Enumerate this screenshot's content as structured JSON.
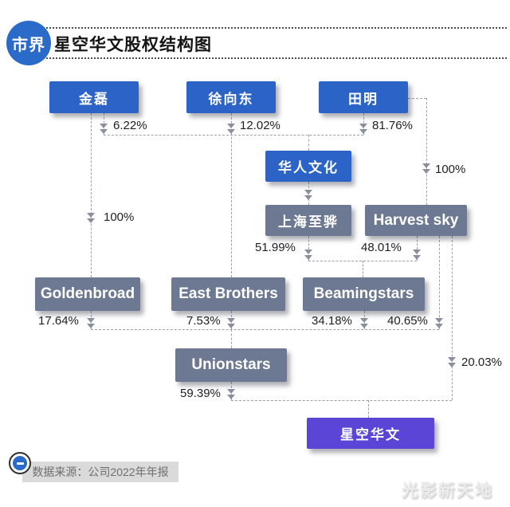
{
  "header": {
    "logo": "市界",
    "title": "星空华文股权结构图"
  },
  "nodes": {
    "jin_lei": {
      "label": "金磊",
      "type": "shareholder"
    },
    "xu_xiang_dong": {
      "label": "徐向东",
      "type": "shareholder"
    },
    "tian_ming": {
      "label": "田明",
      "type": "shareholder"
    },
    "huaren_wenhua": {
      "label": "华人文化",
      "type": "shareholder"
    },
    "shanghai_zhihua": {
      "label": "上海至骅",
      "type": "entity"
    },
    "harvest_sky": {
      "label": "Harvest sky",
      "type": "entity"
    },
    "goldenbroad": {
      "label": "Goldenbroad",
      "type": "entity"
    },
    "east_brothers": {
      "label": "East Brothers",
      "type": "entity"
    },
    "beamingstars": {
      "label": "Beamingstars",
      "type": "entity"
    },
    "unionstars": {
      "label": "Unionstars",
      "type": "entity"
    },
    "xingkong_huawen": {
      "label": "星空华文",
      "type": "target"
    }
  },
  "edges": [
    {
      "from": "金磊",
      "to": "华人文化",
      "pct": "6.22%"
    },
    {
      "from": "徐向东",
      "to": "华人文化",
      "pct": "12.02%"
    },
    {
      "from": "田明",
      "to": "华人文化",
      "pct": "81.76%"
    },
    {
      "from": "金磊",
      "to": "Goldenbroad",
      "pct": "100%"
    },
    {
      "from": "田明",
      "to": "Harvest sky",
      "pct": "100%"
    },
    {
      "from": "华人文化",
      "to": "上海至骅",
      "pct": ""
    },
    {
      "from": "上海至骅",
      "to": "Beamingstars",
      "pct": "51.99%"
    },
    {
      "from": "Harvest sky",
      "to": "Beamingstars",
      "pct": "48.01%"
    },
    {
      "from": "Goldenbroad",
      "to": "Unionstars",
      "pct": "17.64%"
    },
    {
      "from": "East Brothers",
      "to": "Unionstars",
      "pct": "7.53%"
    },
    {
      "from": "Beamingstars",
      "to": "Unionstars",
      "pct": "34.18%"
    },
    {
      "from": "Harvest sky",
      "to": "Unionstars",
      "pct": "40.65%"
    },
    {
      "from": "Unionstars",
      "to": "星空华文",
      "pct": "59.39%"
    },
    {
      "from": "Harvest sky",
      "to": "星空华文",
      "pct": "20.03%"
    },
    {
      "from": "徐向东",
      "to": "East Brothers",
      "pct": ""
    }
  ],
  "footer": {
    "source": "数据来源：公司2022年年报",
    "watermark": "光影新天地"
  },
  "colors": {
    "shareholder_blue": "#2b64c6",
    "entity_gray": "#6d7992",
    "target_purple": "#5a45d6",
    "logo_blue": "#2a6ac9"
  }
}
